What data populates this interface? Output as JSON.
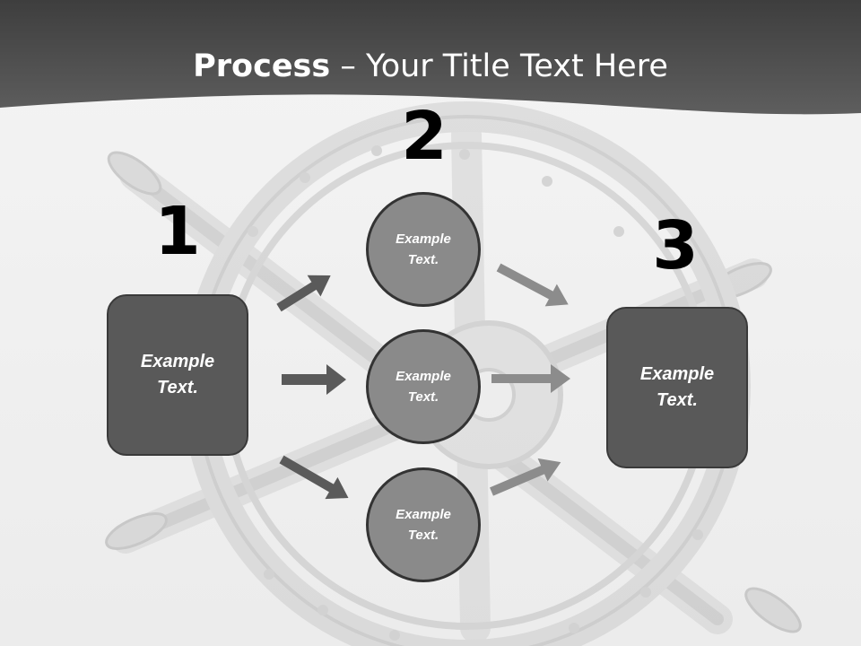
{
  "slide": {
    "title_bold": "Process",
    "title_rest": " – Your Title Text Here",
    "steps": [
      "1",
      "2",
      "3"
    ],
    "left_box": "Example Text.",
    "right_box": "Example Text.",
    "circles": [
      "Example Text.",
      "Example Text.",
      "Example Text."
    ]
  },
  "colors": {
    "header": "#4a4a4a",
    "box_fill": "#595959",
    "circle_fill": "#8a8a8a",
    "arrow_dark": "#5a5a5a",
    "arrow_light": "#8c8c8c"
  }
}
